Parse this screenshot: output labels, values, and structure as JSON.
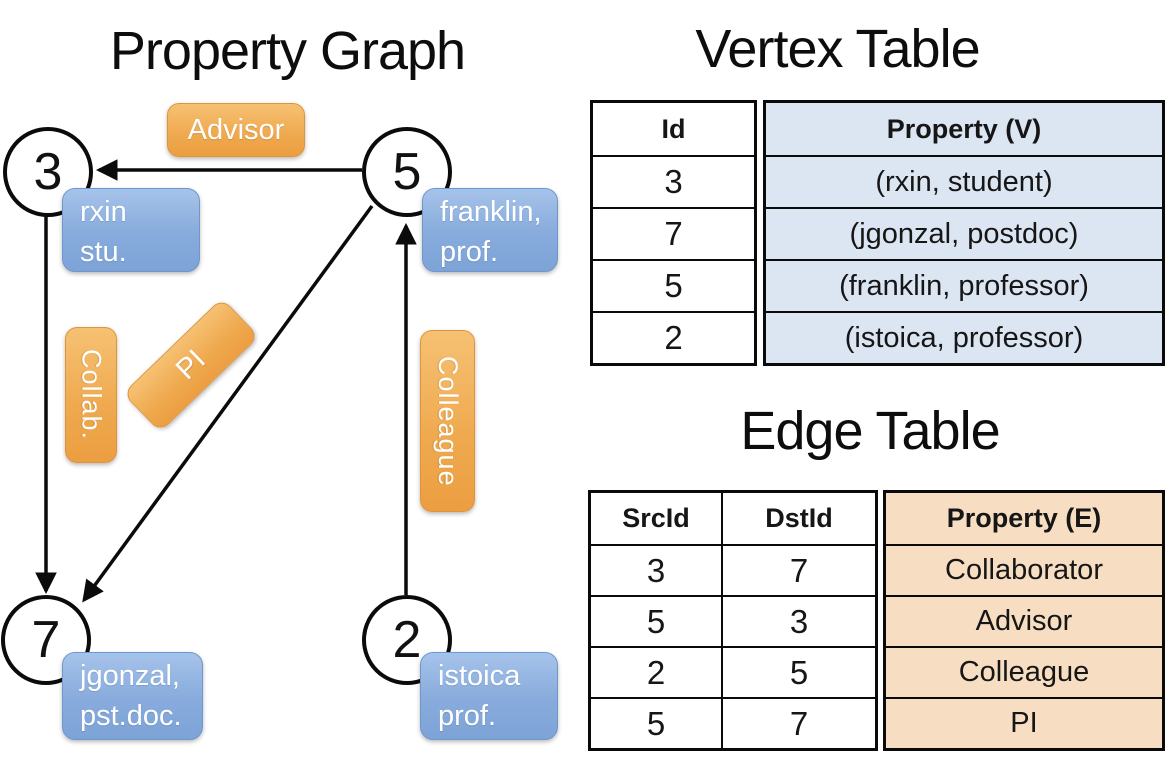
{
  "graph": {
    "title": "Property Graph",
    "nodes": {
      "n3": {
        "id": "3",
        "line1": "rxin",
        "line2": "stu."
      },
      "n5": {
        "id": "5",
        "line1": "franklin,",
        "line2": "prof."
      },
      "n7": {
        "id": "7",
        "line1": "jgonzal,",
        "line2": "pst.doc."
      },
      "n2": {
        "id": "2",
        "line1": "istoica",
        "line2": "prof."
      }
    },
    "edge_labels": {
      "advisor": "Advisor",
      "collab": "Collab.",
      "pi": "PI",
      "colleague": "Colleague"
    }
  },
  "vertex_table": {
    "title": "Vertex Table",
    "headers": {
      "id": "Id",
      "property": "Property (V)"
    },
    "rows": [
      {
        "id": "3",
        "property": "(rxin, student)"
      },
      {
        "id": "7",
        "property": "(jgonzal, postdoc)"
      },
      {
        "id": "5",
        "property": "(franklin, professor)"
      },
      {
        "id": "2",
        "property": "(istoica, professor)"
      }
    ]
  },
  "edge_table": {
    "title": "Edge Table",
    "headers": {
      "src": "SrcId",
      "dst": "DstId",
      "property": "Property (E)"
    },
    "rows": [
      {
        "src": "3",
        "dst": "7",
        "property": "Collaborator"
      },
      {
        "src": "5",
        "dst": "3",
        "property": "Advisor"
      },
      {
        "src": "2",
        "dst": "5",
        "property": "Colleague"
      },
      {
        "src": "5",
        "dst": "7",
        "property": "PI"
      }
    ]
  },
  "colors": {
    "vertex_property_bg": "#dce6f3",
    "edge_property_bg": "#f7dec3",
    "vertex_box_blue": "#87abdc",
    "edge_label_orange": "#efa94e",
    "line_black": "#0b0b0b"
  }
}
